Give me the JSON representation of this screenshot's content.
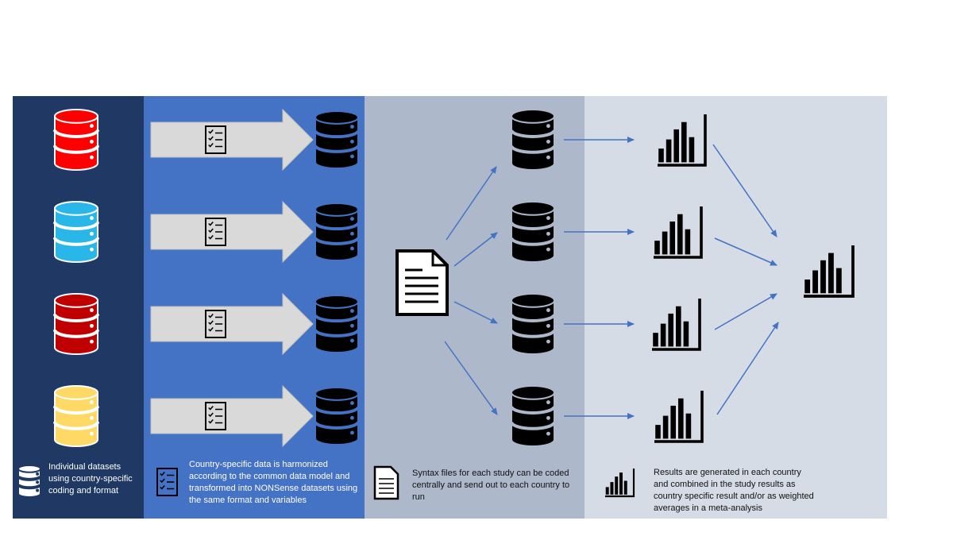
{
  "colors": {
    "panel_1": "#1f3864",
    "panel_2": "#4472c4",
    "panel_3": "#adb9ca",
    "panel_4": "#d6dce5",
    "flow_arrow": "#4472c4",
    "harmonize_arrow": "#d9d9d9"
  },
  "source_databases": [
    {
      "icon": "database-icon",
      "color": "#ff0000"
    },
    {
      "icon": "database-icon",
      "color": "#29b6e8"
    },
    {
      "icon": "database-icon",
      "color": "#c00000"
    },
    {
      "icon": "database-icon",
      "color": "#ffd966"
    }
  ],
  "captions": {
    "individual_datasets": "Individual datasets using country-specific coding and format",
    "harmonized": "Country-specific data is harmonized according to the common data model and transformed into NONSense datasets using the same format and variables",
    "syntax": "Syntax files for each study can be coded centrally and send out to each country to run",
    "results": "Results are generated  in each country and combined in the study results as country specific result and/or as weighted averages in a meta-analysis"
  },
  "icons": {
    "legend_1": "database-icon",
    "legend_2": "checklist-icon",
    "legend_3": "document-icon",
    "legend_4": "bar-chart-icon"
  }
}
